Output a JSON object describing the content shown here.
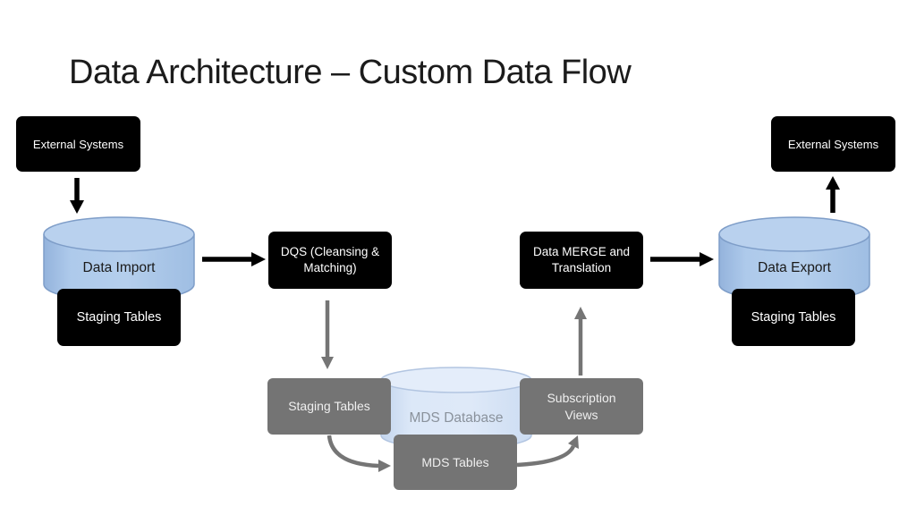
{
  "slide": {
    "title": "Data Architecture – Custom Data Flow"
  },
  "colors": {
    "background": "#ffffff",
    "node_black": "#000000",
    "node_gray": "#747474",
    "node_text_light": "#ffffff",
    "cylinder_side_fill": "#a9c5e8",
    "cylinder_side_top": "#b9d1ee",
    "cylinder_side_stroke": "#7e9dc8",
    "cylinder_center_fill": "#d8e4f6",
    "cylinder_center_top": "#e4edfa",
    "cylinder_center_stroke": "#b2c5e1",
    "arrow_black": "#000000",
    "arrow_gray": "#757575",
    "title_text": "#1b1b1b",
    "center_db_label_text": "#8a929c"
  },
  "nodes": {
    "external_left": {
      "label": "External Systems"
    },
    "data_import": {
      "label": "Data Import"
    },
    "staging_import": {
      "label": "Staging Tables"
    },
    "dqs": {
      "lines": [
        "DQS (Cleansing &",
        "Matching)"
      ]
    },
    "staging_mds": {
      "label": "Staging Tables"
    },
    "mds_database": {
      "label": "MDS Database"
    },
    "mds_tables": {
      "label": "MDS Tables"
    },
    "subscription": {
      "lines": [
        "Subscription",
        "Views"
      ]
    },
    "merge": {
      "lines": [
        "Data MERGE and",
        "Translation"
      ]
    },
    "data_export": {
      "label": "Data Export"
    },
    "staging_export": {
      "label": "Staging Tables"
    },
    "external_right": {
      "label": "External Systems"
    }
  },
  "connections": [
    {
      "from": "External Systems (left)",
      "to": "Data Import",
      "style": "black-arrow"
    },
    {
      "from": "Data Import",
      "to": "DQS (Cleansing & Matching)",
      "style": "black-arrow"
    },
    {
      "from": "DQS (Cleansing & Matching)",
      "to": "Staging Tables (MDS)",
      "style": "gray-arrow"
    },
    {
      "from": "Staging Tables (MDS)",
      "to": "MDS Tables",
      "style": "gray-curved-arrow"
    },
    {
      "from": "MDS Tables",
      "to": "Subscription Views",
      "style": "gray-curved-arrow"
    },
    {
      "from": "Subscription Views",
      "to": "Data MERGE and Translation",
      "style": "gray-arrow"
    },
    {
      "from": "Data MERGE and Translation",
      "to": "Data Export",
      "style": "black-arrow"
    },
    {
      "from": "Data Export",
      "to": "External Systems (right)",
      "style": "black-arrow"
    }
  ]
}
